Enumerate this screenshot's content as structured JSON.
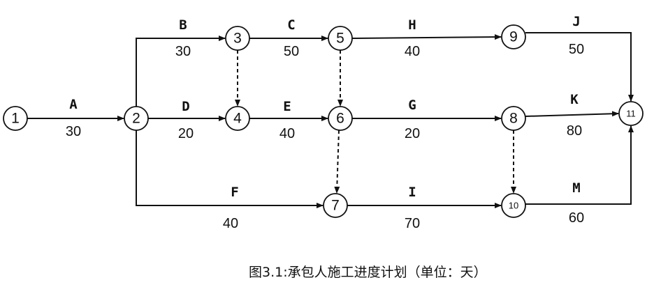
{
  "nodes": [
    "1",
    "2",
    "3",
    "4",
    "5",
    "6",
    "7",
    "8",
    "9",
    "10",
    "11"
  ],
  "activities": {
    "A": {
      "name": "A",
      "duration": "30"
    },
    "B": {
      "name": "B",
      "duration": "30"
    },
    "C": {
      "name": "C",
      "duration": "50"
    },
    "D": {
      "name": "D",
      "duration": "20"
    },
    "E": {
      "name": "E",
      "duration": "40"
    },
    "F": {
      "name": "F",
      "duration": "40"
    },
    "G": {
      "name": "G",
      "duration": "20"
    },
    "H": {
      "name": "H",
      "duration": "40"
    },
    "I": {
      "name": "I",
      "duration": "70"
    },
    "J": {
      "name": "J",
      "duration": "50"
    },
    "K": {
      "name": "K",
      "duration": "80"
    },
    "M": {
      "name": "M",
      "duration": "60"
    }
  },
  "caption": "图3.1:承包人施工进度计划（单位：天）"
}
